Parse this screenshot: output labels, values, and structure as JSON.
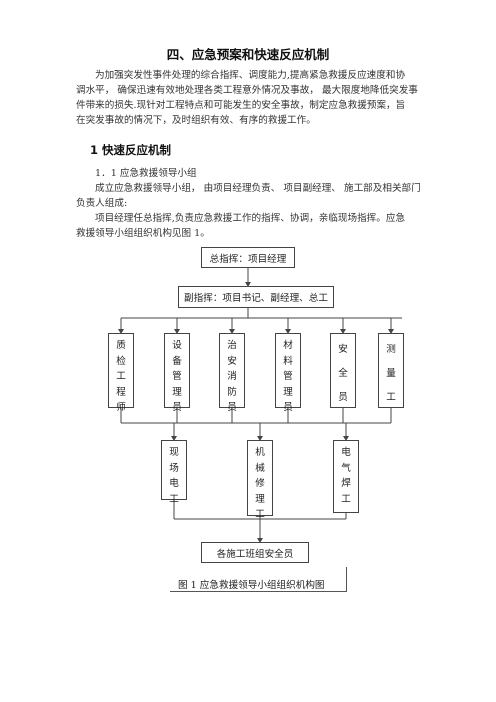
{
  "heading": "四、应急预案和快速反应机制",
  "intro_lines": [
    "为加强突发性事件处理的综合指挥、调度能力,提高紧急救援反应速度和协",
    "调水平， 确保迅速有效地处理各类工程意外情况及事故， 最大限度地降低突发事",
    "件带来的损失.现针对工程特点和可能发生的安全事故，制定应急救援预案，旨",
    "在突发事故的情况下，及时组织有效、有序的救援工作。"
  ],
  "section_heading": "1 快速反应机制",
  "subsection_heading": "1．1 应急救援领导小组",
  "body_lines": [
    "成立应急救援领导小组， 由项目经理负责、 项目副经理、 施工部及相关部门",
    "负责人组成:",
    "项目经理任总指挥,负责应急救援工作的指挥、协调，亲临现场指挥。应急",
    "救援领导小组组织机构见图 1。"
  ],
  "org_chart": {
    "commander": "总指挥：项目经理",
    "deputy": "副指挥：项目书记、副经理、总工",
    "departments": [
      [
        "质",
        "检",
        "工",
        "程",
        "师"
      ],
      [
        "设",
        "备",
        "管",
        "理",
        "员"
      ],
      [
        "治",
        "安",
        "消",
        "防",
        "员"
      ],
      [
        "材",
        "料",
        "管",
        "理",
        "员"
      ],
      [
        "安",
        "全",
        "员"
      ],
      [
        "测",
        "量",
        "工"
      ]
    ],
    "workers": [
      [
        "现",
        "场",
        "电",
        "工"
      ],
      [
        "机",
        "械",
        "修",
        "理",
        "工"
      ],
      [
        "电",
        "气",
        "焊",
        "工"
      ]
    ],
    "bottom": "各施工班组安全员",
    "caption": "图 1 应急救援领导小组组织机构图"
  }
}
